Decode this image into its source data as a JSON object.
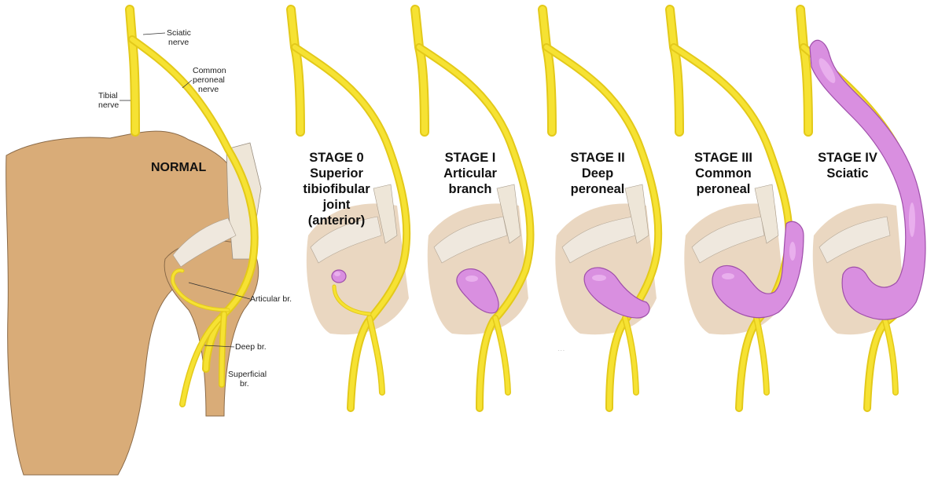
{
  "normal": {
    "title": "NORMAL",
    "labels": {
      "sciatic": [
        "Sciatic",
        "nerve"
      ],
      "common_peroneal": [
        "Common",
        "peroneal",
        "nerve"
      ],
      "tibial": [
        "Tibial",
        "nerve"
      ],
      "articular": "Articular br.",
      "deep": "Deep br.",
      "superficial": [
        "Superficial",
        "br."
      ]
    }
  },
  "stages": [
    {
      "lines": [
        "STAGE 0",
        "Superior",
        "tibiofibular",
        "joint",
        "(anterior)"
      ]
    },
    {
      "lines": [
        "STAGE I",
        "Articular",
        "branch"
      ]
    },
    {
      "lines": [
        "STAGE II",
        "Deep",
        "peroneal"
      ]
    },
    {
      "lines": [
        "STAGE III",
        "Common",
        "peroneal"
      ]
    },
    {
      "lines": [
        "STAGE IV",
        "Sciatic"
      ]
    }
  ],
  "colors": {
    "nerve": "#f6e233",
    "nerve_outline": "#e3c91a",
    "cyst": "#d98fe0",
    "bone": "#d9ac78"
  }
}
